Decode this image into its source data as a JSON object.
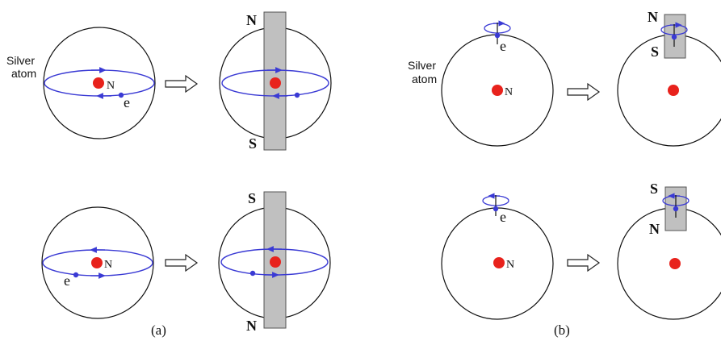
{
  "colors": {
    "orbit": "#3a3ad4",
    "electron": "#3a3ad4",
    "nucleus": "#e8221c",
    "magnet_fill": "#c0c0c0",
    "magnet_stroke": "#555555",
    "atom_outline": "#111111"
  },
  "labels": {
    "atom_label_line1": "Silver",
    "atom_label_line2": "atom",
    "nucleus": "N",
    "electron": "e",
    "pole_north": "N",
    "pole_south": "S",
    "caption_a": "(a)",
    "caption_b": "(b)"
  },
  "panels": [
    {
      "id": "a",
      "caption": "(a)",
      "rows": [
        {
          "orbit_direction": "counterclockwise-top-right",
          "magnet_top_pole": "N",
          "magnet_bottom_pole": "S"
        },
        {
          "orbit_direction": "clockwise-top-left",
          "magnet_top_pole": "S",
          "magnet_bottom_pole": "N"
        }
      ]
    },
    {
      "id": "b",
      "caption": "(b)",
      "rows": [
        {
          "spin_direction": "right",
          "magnet_top_pole": "N",
          "magnet_bottom_pole": "S"
        },
        {
          "spin_direction": "left",
          "magnet_top_pole": "S",
          "magnet_bottom_pole": "N"
        }
      ]
    }
  ],
  "icons": {
    "transition_arrow": "hollow-right-arrow-icon"
  }
}
